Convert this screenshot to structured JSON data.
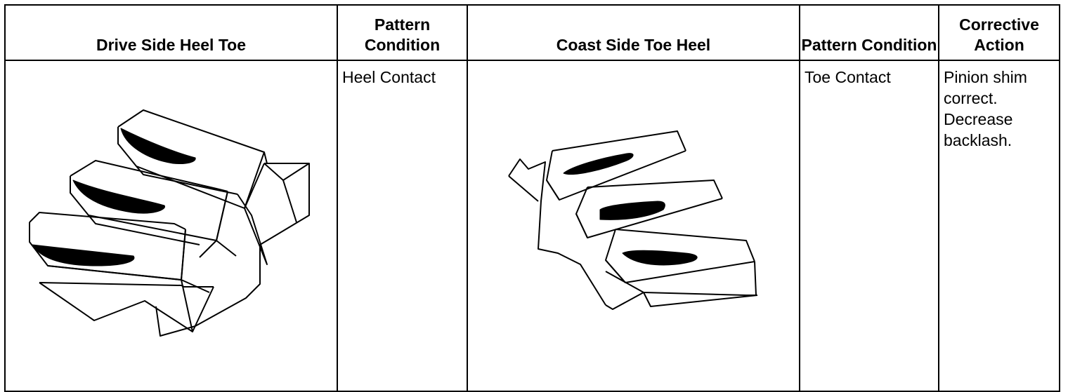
{
  "table": {
    "headers": {
      "drive_side": "Drive Side Heel Toe",
      "pattern_condition_1": "Pattern Condition",
      "coast_side": "Coast Side Toe Heel",
      "pattern_condition_2": "Pattern Condition",
      "corrective_action": "Corrective Action"
    },
    "row": {
      "drive_pattern": "Heel Contact",
      "coast_pattern": "Toe Contact",
      "corrective_action": "Pinion shim correct. Decrease backlash."
    }
  },
  "illustrations": {
    "drive_side": "gear-tooth-drive-side-heel-contact-illustration",
    "coast_side": "gear-tooth-coast-side-toe-contact-illustration"
  }
}
